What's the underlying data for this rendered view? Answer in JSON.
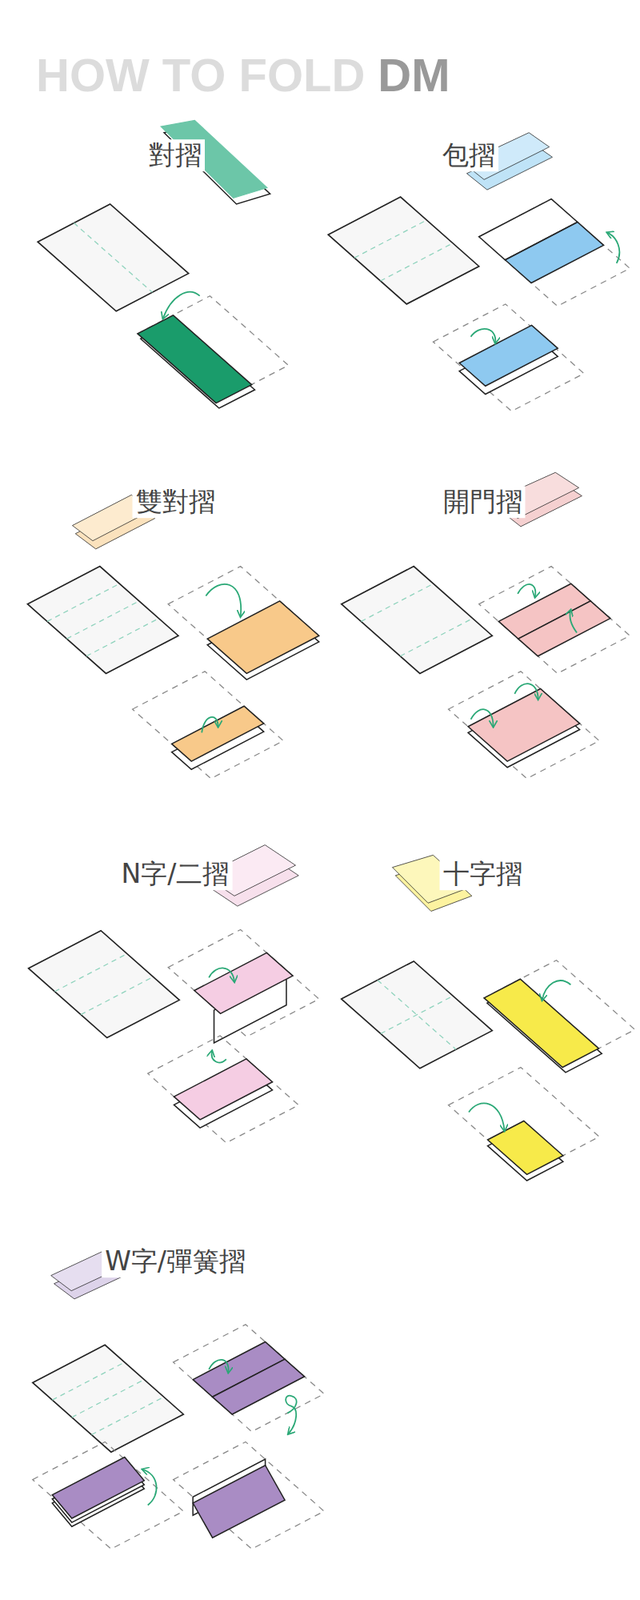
{
  "diagram": {
    "title": "HOW TO FOLD",
    "labels": [
      "DM",
      "對摺",
      "包摺",
      "雙對摺",
      "開門摺",
      "N字/二摺",
      "十字摺",
      "W字/彈簧摺"
    ]
  }
}
